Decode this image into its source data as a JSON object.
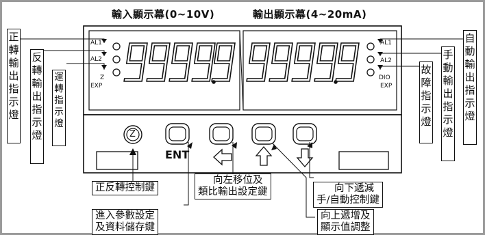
{
  "titles": {
    "input_display": "輸入顯示幕(0~10V)",
    "output_display": "輸出顯示幕(4~20mA)"
  },
  "left_display": {
    "digits": "99999",
    "indicators": [
      "AL1",
      "AL2",
      "Z",
      "EXP"
    ]
  },
  "right_display": {
    "digits": "99999",
    "indicators": [
      "AL1",
      "AL2",
      "DIO",
      "EXP"
    ]
  },
  "buttons": {
    "zero_symbol": "Z",
    "ent_label": "ENT"
  },
  "annotations": {
    "forward_output_indicator": "正轉輸出指示燈",
    "reverse_output_indicator": "反轉輸出指示燈",
    "running_indicator": "運轉指示燈",
    "fault_indicator": "故障指示燈",
    "manual_output_indicator": "手動輸出指示燈",
    "auto_output_indicator": "自動輸出指示燈",
    "fwd_rev_control_key": "正反轉控制鍵",
    "enter_param_line1": "進入參數設定",
    "enter_param_line2": "及資料儲存鍵",
    "left_shift_line1": "向左移位及",
    "left_shift_line2": "類比輸出設定鍵",
    "down_key_line1": "向下遞減",
    "down_key_line2": "手/自動控制鍵",
    "up_key_line1": "向上遞增及",
    "up_key_line2": "顯示值調整"
  }
}
